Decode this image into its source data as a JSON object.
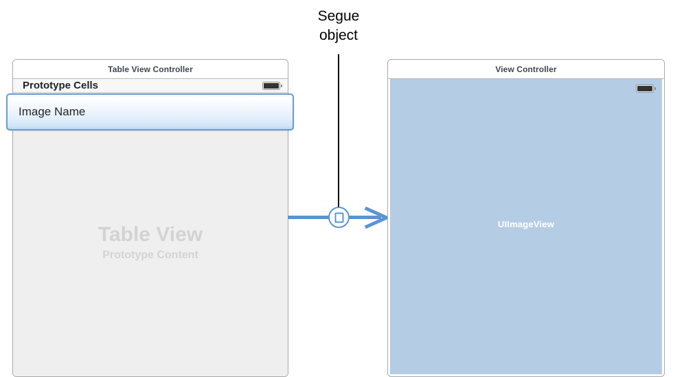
{
  "callout": {
    "line1": "Segue",
    "line2": "object"
  },
  "left_scene": {
    "title": "Table View Controller",
    "section_header": "Prototype Cells",
    "battery_icon": "battery-icon",
    "prototype_cell": {
      "label": "Image Name"
    },
    "watermark": {
      "main": "Table View",
      "sub": "Prototype Content"
    }
  },
  "right_scene": {
    "title": "View Controller",
    "battery_icon": "battery-icon",
    "imageview_label": "UIImageView"
  },
  "segue": {
    "badge_icon": "segue-square-icon",
    "arrow_icon": "arrow-right-icon"
  },
  "colors": {
    "segue_blue": "#5b94d1",
    "imageview_blue": "#b4cce4",
    "table_gray": "#efefef",
    "watermark_gray": "#d3d3d3",
    "title_text": "#3e4651"
  }
}
